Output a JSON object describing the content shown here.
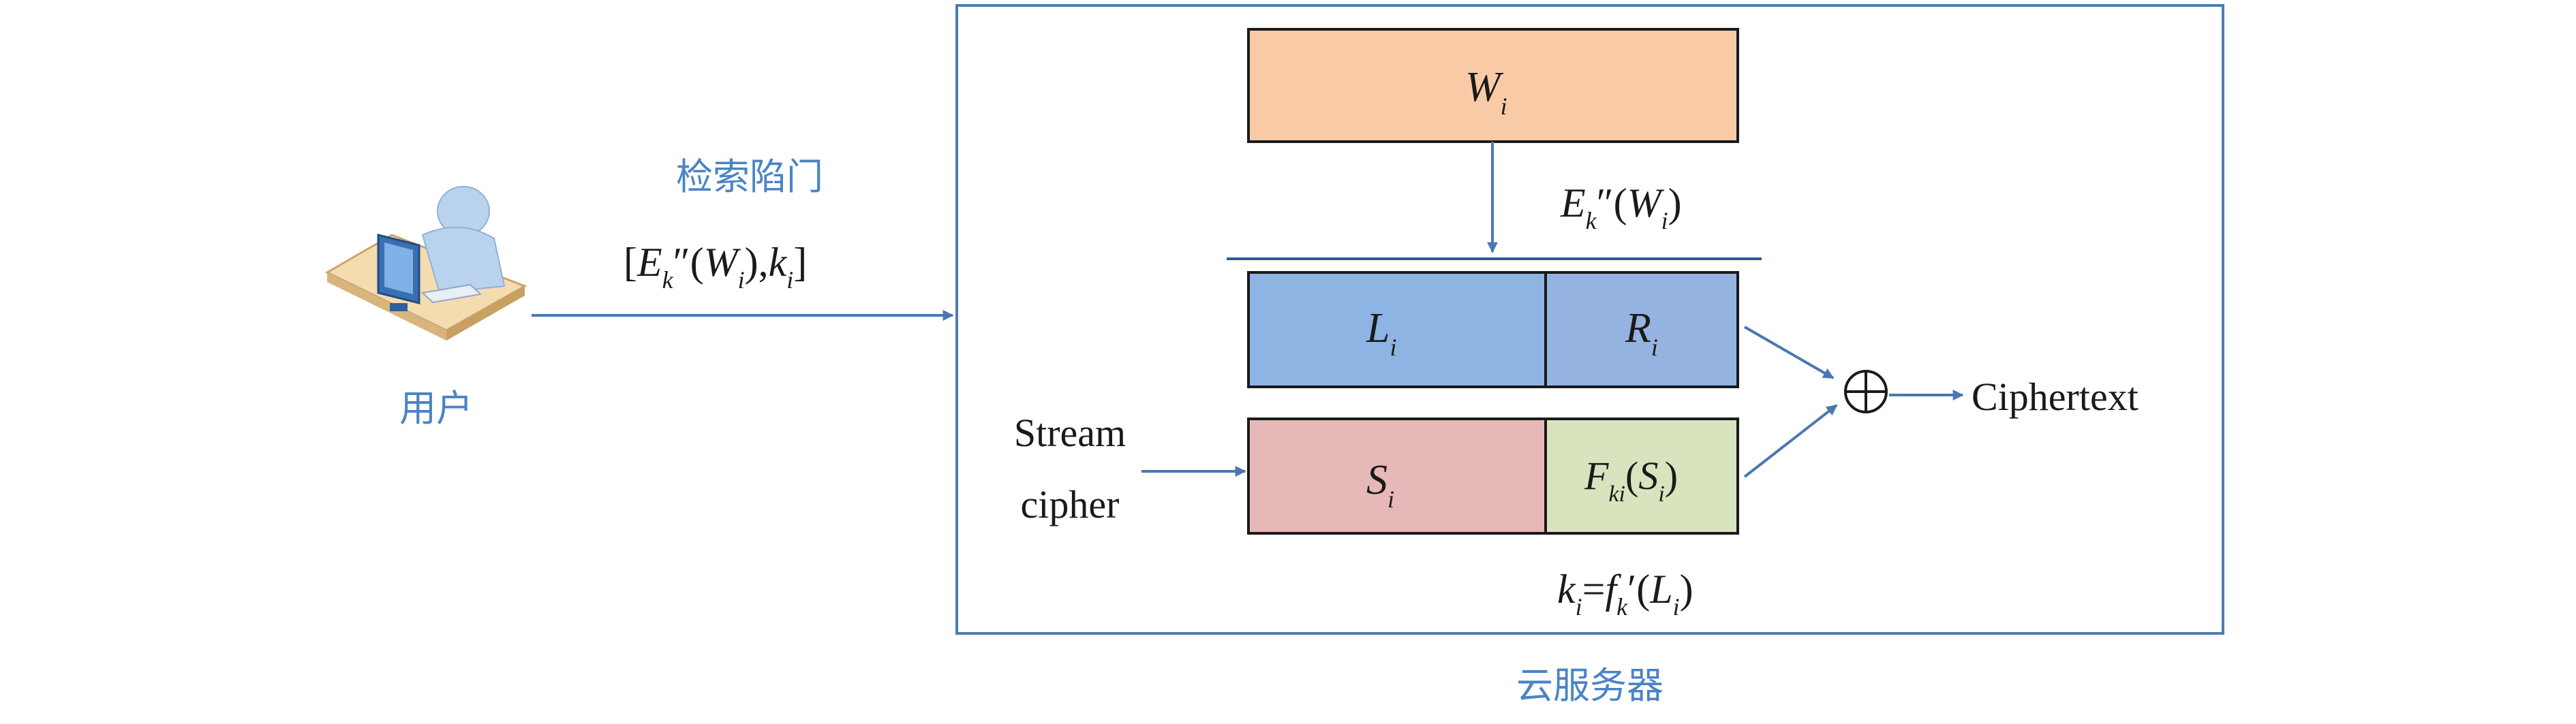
{
  "colors": {
    "frame": "#4f7bb0",
    "arrow": "#4a78b0",
    "label_blue": "#4a84c4",
    "box_stroke": "#1a1a1a",
    "w_fill": "#f8cba6",
    "l_fill": "#8eb4e3",
    "r_fill": "#95b3e0",
    "s_fill": "#e6b9b8",
    "f_fill": "#d7e4bd"
  },
  "icons": {
    "user": "user-at-computer-icon",
    "xor": "circled-plus-xor-icon"
  },
  "user": {
    "label": "用户"
  },
  "trapdoor": {
    "title": "检索陷门"
  },
  "server": {
    "label": "云服务器"
  },
  "stream": {
    "line1": "Stream",
    "line2": "cipher"
  },
  "output": {
    "label": "Ciphertext"
  }
}
